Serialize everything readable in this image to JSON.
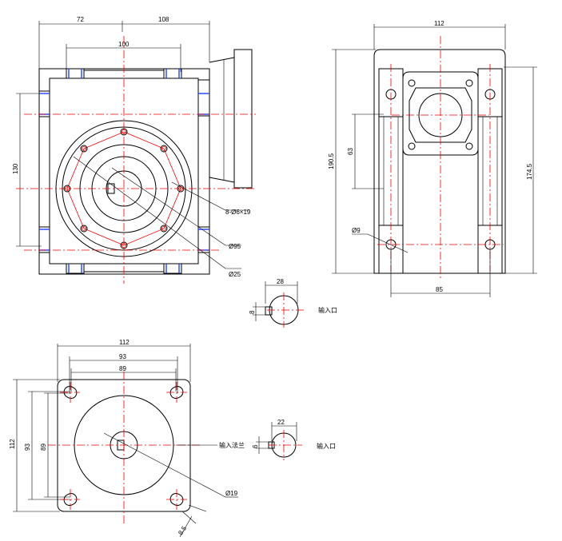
{
  "front_view": {
    "dim_72": "72",
    "dim_108": "108",
    "dim_100": "100",
    "dim_130": "130",
    "callout_holes": "8-Ø6×19",
    "callout_d95": "Ø95",
    "callout_d25": "Ø25"
  },
  "side_view": {
    "dim_112": "112",
    "dim_190_5": "190.5",
    "dim_174_5": "174.5",
    "dim_63": "63",
    "dim_85": "85",
    "callout_d9": "Ø9"
  },
  "input_shaft_top": {
    "dim_28": "28",
    "dim_8": "8",
    "label": "输入口"
  },
  "flange_view": {
    "dim_112_w": "112",
    "dim_93_w": "93",
    "dim_89_w": "89",
    "dim_112_h": "112",
    "dim_93_h": "93",
    "dim_89_h": "89",
    "label": "输入法兰",
    "callout_d19": "Ø19",
    "dim_8_5": "8.5"
  },
  "input_shaft_bottom": {
    "dim_22": "22",
    "dim_6": "6",
    "label": "输入口"
  }
}
